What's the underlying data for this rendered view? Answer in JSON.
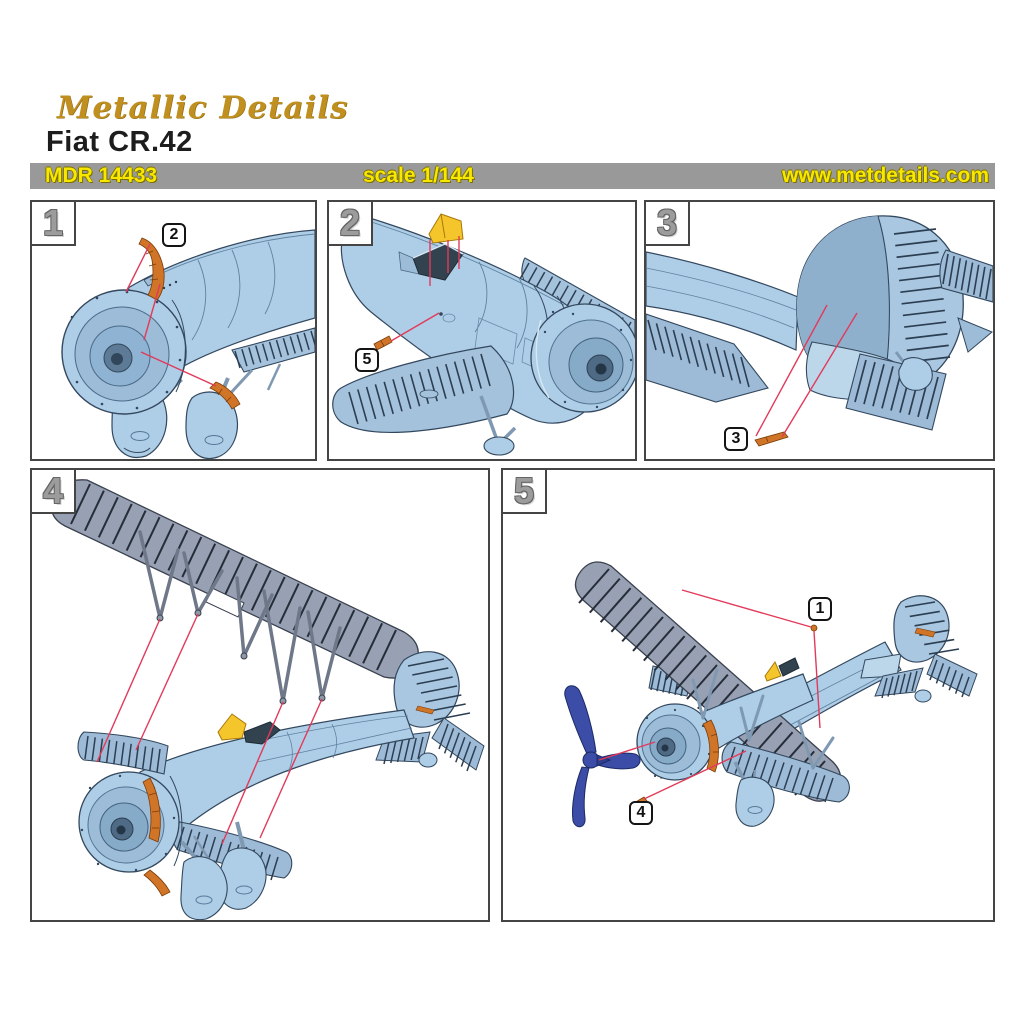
{
  "header": {
    "brand": "Metallic Details",
    "title": "Fiat CR.42",
    "bar": {
      "code": "MDR 14433",
      "scale": "scale 1/144",
      "website": "www.metdetails.com"
    }
  },
  "colors": {
    "bar_gray": "#999999",
    "bar_text_yellow": "#f8e800",
    "logo_gold": "#c08f1f",
    "airframe_blue": "#aecde6",
    "top_wing_gray": "#97a1b3",
    "resin_part_orange": "#d07428",
    "clear_part_yellow": "#f5c62b",
    "propeller_blue": "#3b4da6",
    "callout_line_red": "#e23a5a"
  },
  "panels": [
    {
      "number": "1",
      "callouts": [
        {
          "label": "2"
        }
      ]
    },
    {
      "number": "2",
      "callouts": [
        {
          "label": "5"
        }
      ]
    },
    {
      "number": "3",
      "callouts": [
        {
          "label": "3"
        }
      ]
    },
    {
      "number": "4",
      "callouts": []
    },
    {
      "number": "5",
      "callouts": [
        {
          "label": "1"
        },
        {
          "label": "4"
        }
      ]
    }
  ]
}
